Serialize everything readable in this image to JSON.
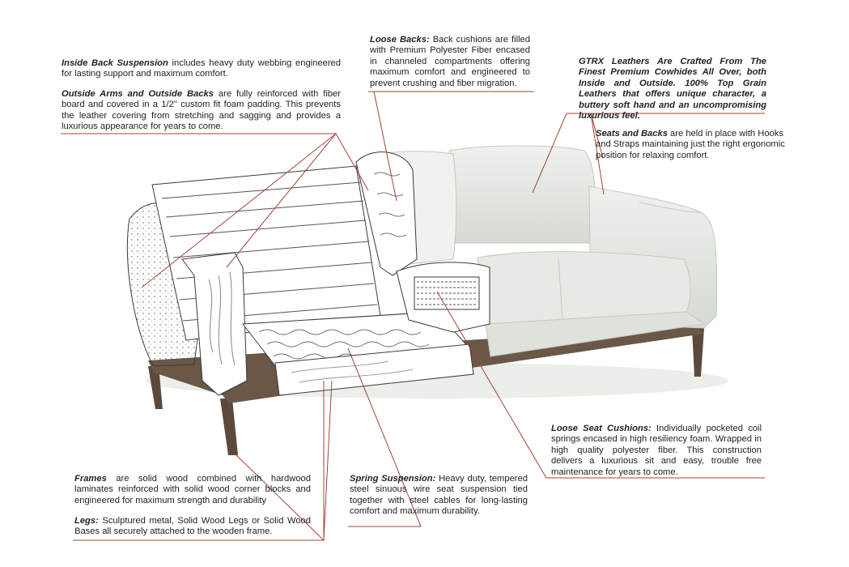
{
  "annotations": {
    "inside_back": {
      "heading": "Inside Back Suspension",
      "text": " includes heavy duty webbing engineered for lasting support and maximum comfort."
    },
    "outside_arms": {
      "heading": "Outside Arms and Outside Backs",
      "text": " are fully reinforced with fiber board and covered in a 1/2'' custom fit foam padding. This prevents the leather covering from stretching and sagging and provides a luxurious appearance for years to come."
    },
    "loose_backs": {
      "heading": "Loose Backs:",
      "text": " Back cushions are filled with Premium Polyester Fiber encased in channeled compartments offering maximum comfort and engineered to prevent crushing and fiber migration."
    },
    "gtrx": {
      "text": "GTRX Leathers Are Crafted From The Finest Premium Cowhides All Over, both Inside and Outside. 100% Top Grain Leathers that offers unique character, a buttery soft hand and an uncompromising luxurious feel."
    },
    "seats_backs": {
      "heading": "Seats and Backs",
      "text": " are held in place with Hooks and Straps maintaining just the right ergonomic position for relaxing comfort."
    },
    "loose_seat": {
      "heading": "Loose Seat Cushions:",
      "text": " Individually pocketed coil springs encased in high resiliency foam. Wrapped in high quality polyester fiber. This construction delivers a luxurious sit and easy, trouble free maintenance for years to come."
    },
    "frames": {
      "heading": "Frames",
      "text": " are solid wood combined with hardwood laminates reinforced with solid wood corner blocks and engineered for maximum strength and durability"
    },
    "legs": {
      "heading": "Legs:",
      "text": " Sculptured metal, Solid Wood Legs or Solid Wood Bases all securely attached to the wooden frame."
    },
    "spring": {
      "heading": "Spring Suspension:",
      "text": " Heavy duty, tempered steel sinuous wire seat suspension tied together with steel cables for long-lasting comfort and maximum durability."
    }
  },
  "colors": {
    "leader_line": "#a0453a",
    "leather": "#e3e7e1",
    "wood_leg": "#5b4a3c"
  }
}
